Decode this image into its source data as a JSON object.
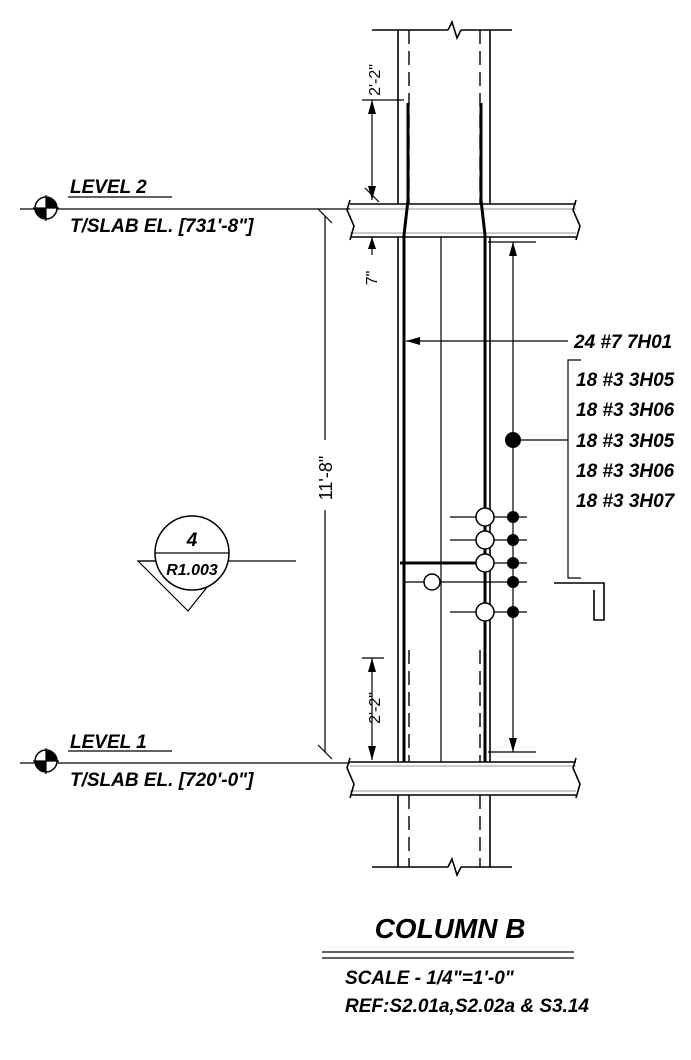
{
  "levels": [
    {
      "label": "LEVEL 2",
      "elevation": "T/SLAB EL. [731'-8\"]"
    },
    {
      "label": "LEVEL 1",
      "elevation": "T/SLAB EL. [720'-0\"]"
    }
  ],
  "dimensions": {
    "top_lap": "2'-2\"",
    "slab_gap": "7\"",
    "story_height": "11'-8\"",
    "bottom_lap": "2'-2\""
  },
  "rebar_callouts": {
    "vertical": "24 #7 7H01",
    "ties": [
      "18 #3 3H05",
      "18 #3 3H06",
      "18 #3 3H05",
      "18 #3 3H06",
      "18 #3 3H07"
    ]
  },
  "section_marker": {
    "number": "4",
    "sheet": "R1.003"
  },
  "title": {
    "name": "COLUMN B",
    "scale": "SCALE - 1/4\"=1'-0\"",
    "reference": "REF:S2.01a,S2.02a & S3.14"
  }
}
